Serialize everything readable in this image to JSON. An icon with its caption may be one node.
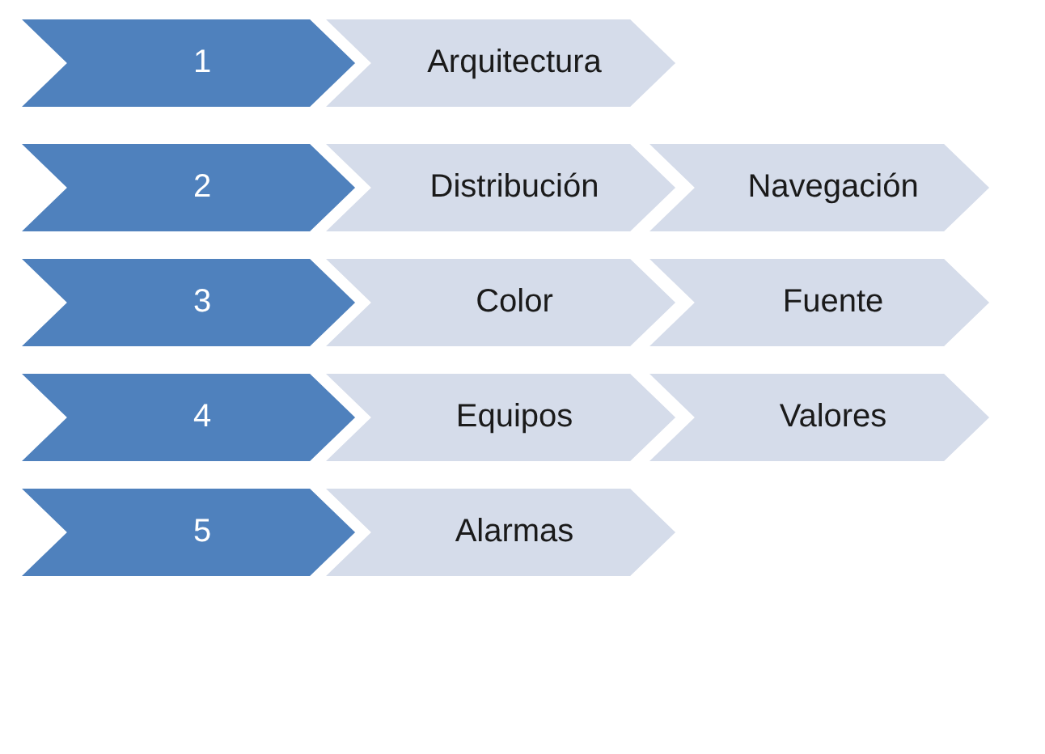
{
  "diagram": {
    "nodes": [
      {
        "text": [
          "1"
        ]
      },
      {
        "text": [
          "Arquitectura"
        ]
      },
      {
        "text": [
          "2"
        ]
      },
      {
        "text": [
          "Distribución"
        ]
      },
      {
        "text": [
          "Navegación"
        ]
      },
      {
        "text": [
          "3"
        ]
      },
      {
        "text": [
          "Color"
        ]
      },
      {
        "text": [
          "Fuente"
        ]
      },
      {
        "text": [
          "4"
        ]
      },
      {
        "text": [
          "Equipos"
        ]
      },
      {
        "text": [
          "Valores"
        ]
      },
      {
        "text": [
          "5"
        ]
      },
      {
        "text": [
          "Alarmas"
        ]
      }
    ]
  }
}
